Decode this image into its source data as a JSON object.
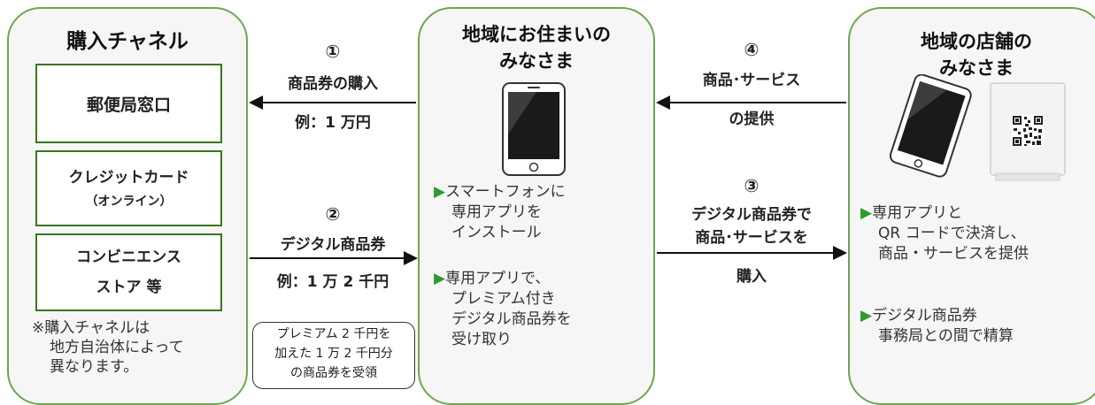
{
  "left_panel": {
    "title": "購入チャネル",
    "channels": [
      {
        "line1": "郵便局窓口",
        "line2": ""
      },
      {
        "line1": "クレジットカード",
        "line2": "（オンライン）"
      },
      {
        "line1": "コンビニエンス",
        "line2": "ストア 等"
      }
    ],
    "note_lines": [
      "※購入チャネルは",
      "地方自治体によって",
      "異なります。"
    ]
  },
  "center_panel": {
    "title_lines": [
      "地域にお住まいの",
      "みなさま"
    ],
    "bullets": [
      {
        "lines": [
          "スマートフォンに",
          "専用アプリを",
          "インストール"
        ]
      },
      {
        "lines": [
          "専用アプリで、",
          "プレミアム付き",
          "デジタル商品券を",
          "受け取り"
        ]
      }
    ]
  },
  "right_panel": {
    "title_lines": [
      "地域の店舗の",
      "みなさま"
    ],
    "bullets": [
      {
        "lines": [
          "専用アプリと",
          "QR コードで決済し、",
          "商品・サービスを提供"
        ]
      },
      {
        "lines": [
          "デジタル商品券",
          "事務局との間で精算"
        ]
      }
    ]
  },
  "arrows": {
    "a1": {
      "num": "①",
      "label": "商品券の購入",
      "example": "例：1 万円",
      "direction": "left"
    },
    "a2": {
      "num": "②",
      "label": "デジタル商品券",
      "example": "例：1 万 2 千円",
      "direction": "right"
    },
    "a3": {
      "num": "③",
      "label_lines": [
        "デジタル商品券で",
        "商品･サービスを"
      ],
      "below": "購入",
      "direction": "right"
    },
    "a4": {
      "num": "④",
      "label": "商品･サービス",
      "below": "の提供",
      "direction": "left"
    }
  },
  "premium_note_lines": [
    "プレミアム 2 千円を",
    "加えた 1 万 2 千円分",
    "の商品券を受領"
  ],
  "colors": {
    "panel_border": "#6aa84f",
    "box_border": "#38761d",
    "bullet": "#2e9b2e",
    "panel_bg": "#f6f6f6"
  },
  "icons": [
    "smartphone-icon",
    "tablet-icon",
    "qr-stand-icon",
    "bullet-triangle-icon"
  ]
}
